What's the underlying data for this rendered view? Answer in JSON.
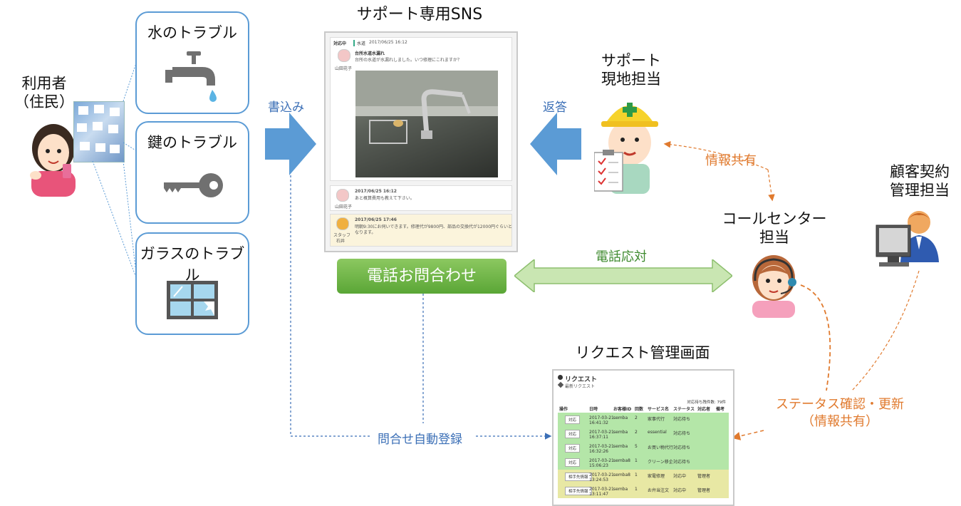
{
  "user": {
    "label_line1": "利用者",
    "label_line2": "（住民）"
  },
  "troubles": [
    {
      "label": "水のトラブル",
      "icon": "faucet-icon"
    },
    {
      "label": "鍵のトラブル",
      "icon": "key-icon"
    },
    {
      "label": "ガラスのトラブル",
      "icon": "broken-window-icon"
    }
  ],
  "write_label": "書込み",
  "sns": {
    "title": "サポート専用SNS",
    "post1": {
      "status": "対応中",
      "category": "水道",
      "datetime": "2017/06/25 16:12",
      "subject": "台所水道水漏れ",
      "body": "台所の水道が水漏れしました。いつ修理にこれますか？",
      "author": "山田花子"
    },
    "post2": {
      "datetime": "2017/06/25 16:12",
      "body": "あと概算費用も教えて下さい。",
      "author": "山田花子"
    },
    "post3": {
      "datetime": "2017/06/25 17:46",
      "body_line1": "明朝9:30にお伺いできます。修理代が9800円、部品の交換代が12000円ぐらいと",
      "body_line2": "なります。",
      "author_line1": "スタッフ",
      "author_line2": "石井"
    }
  },
  "reply_label": "返答",
  "support": {
    "line1": "サポート",
    "line2": "現地担当"
  },
  "info_share_label": "情報共有",
  "customer": {
    "line1": "顧客契約",
    "line2": "管理担当"
  },
  "callcenter": {
    "line1": "コールセンター",
    "line2": "担当"
  },
  "phone_button": "電話お問合わせ",
  "phone_response": "電話応対",
  "auto_register": "問合せ自動登録",
  "status_update": {
    "line1": "ステータス確認・更新",
    "line2": "（情報共有）"
  },
  "request_screen": {
    "title": "リクエスト管理画面",
    "page_title": "リクエスト",
    "subtitle": "最新リクエスト",
    "count_text": "対応待ち残件数: 79件",
    "headers": [
      "操作",
      "日時",
      "お客様ID",
      "回数",
      "サービス名",
      "ステータス",
      "対応者",
      "備考"
    ],
    "rows": [
      {
        "button": "対応",
        "date": "2017-03-21",
        "time": "16:41:32",
        "id": "semba",
        "count": "2",
        "service": "家事代行",
        "status": "対応待ち",
        "staff": "",
        "color": "#b4e6a8"
      },
      {
        "button": "対応",
        "date": "2017-03-21",
        "time": "16:37:11",
        "id": "semba",
        "count": "2",
        "service": "essential",
        "status": "対応待ち",
        "staff": "",
        "color": "#b4e6a8"
      },
      {
        "button": "対応",
        "date": "2017-03-21",
        "time": "16:32:26",
        "id": "semba",
        "count": "5",
        "service": "お買い物代行",
        "status": "対応待ち",
        "staff": "",
        "color": "#b4e6a8"
      },
      {
        "button": "対応",
        "date": "2017-03-21",
        "time": "15:06:23",
        "id": "semba8",
        "count": "1",
        "service": "クリーン移企",
        "status": "対応待ち",
        "staff": "",
        "color": "#b4e6a8"
      },
      {
        "button": "相手先情報",
        "date": "2017-03-21",
        "time": "13:24:53",
        "id": "semba8",
        "count": "1",
        "service": "家電修理",
        "status": "対応中",
        "staff": "管理者",
        "color": "#e8e8a4"
      },
      {
        "button": "相手先情報",
        "date": "2017-03-21",
        "time": "13:11:47",
        "id": "semba",
        "count": "1",
        "service": "お弁当注文",
        "status": "対応中",
        "staff": "管理者",
        "color": "#e8e8a4"
      }
    ]
  },
  "colors": {
    "box_border": "#5b9bd5",
    "arrow_blue": "#5b9bd5",
    "orange": "#e07a2e",
    "green": "#5aa636"
  }
}
